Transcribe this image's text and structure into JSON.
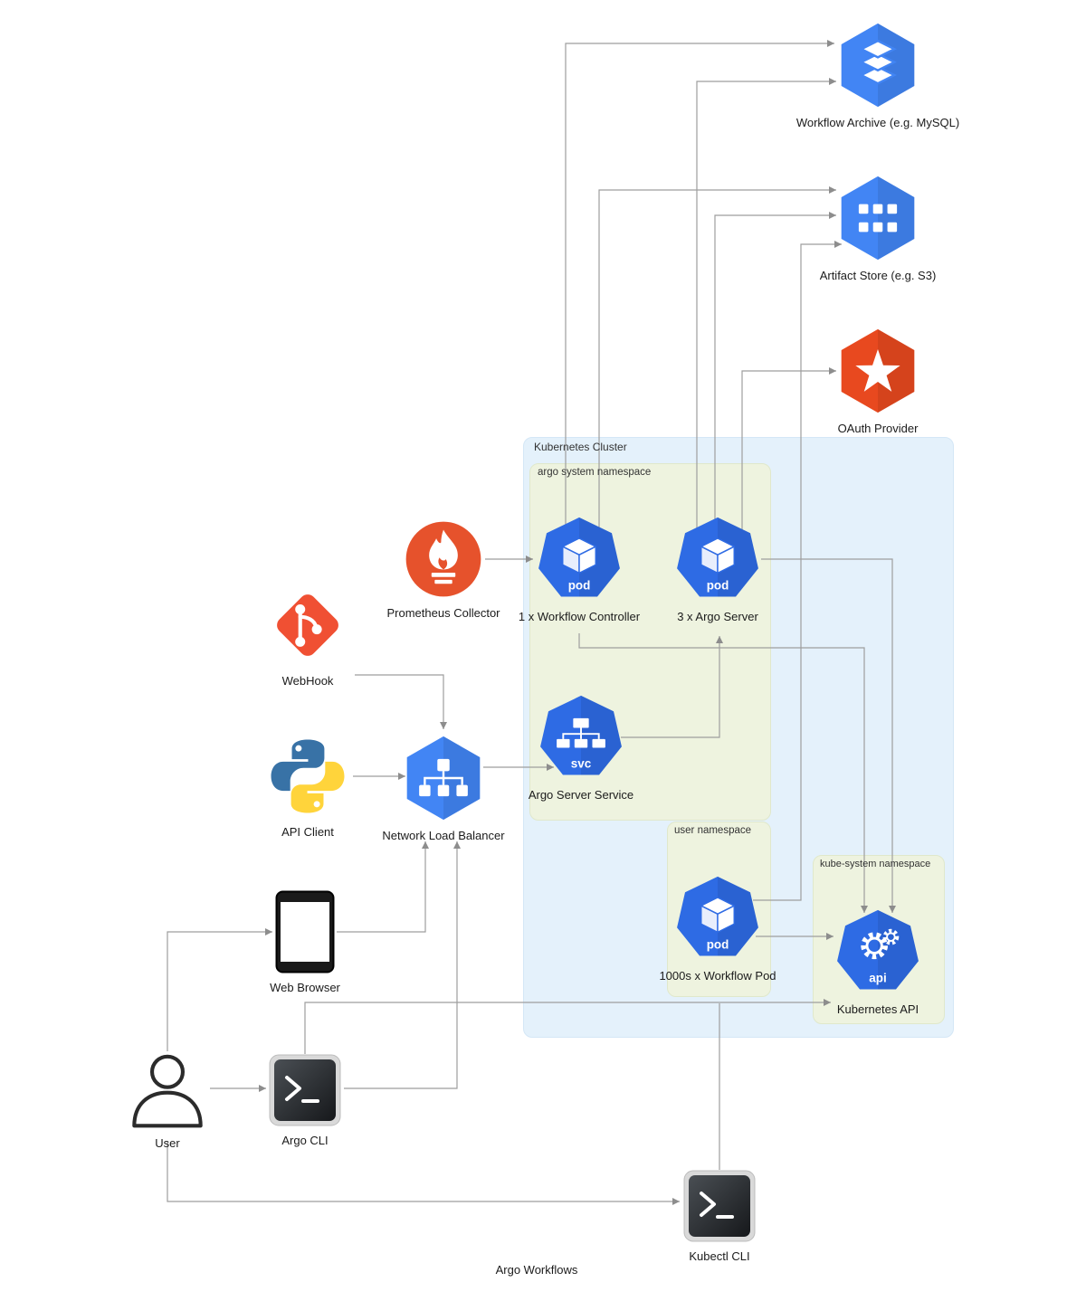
{
  "diagram": {
    "title": "Argo Workflows",
    "containers": {
      "cluster": {
        "label": "Kubernetes Cluster"
      },
      "argo_ns": {
        "label": "argo system namespace"
      },
      "user_ns": {
        "label": "user namespace"
      },
      "kube_system_ns": {
        "label": "kube-system namespace"
      }
    },
    "nodes": {
      "workflow_archive": {
        "label": "Workflow Archive (e.g. MySQL)"
      },
      "artifact_store": {
        "label": "Artifact Store (e.g. S3)"
      },
      "oauth_provider": {
        "label": "OAuth Provider"
      },
      "prometheus": {
        "label": "Prometheus Collector"
      },
      "webhook": {
        "label": "WebHook"
      },
      "api_client": {
        "label": "API Client"
      },
      "nlb": {
        "label": "Network Load Balancer"
      },
      "workflow_controller": {
        "label": "1 x Workflow Controller"
      },
      "argo_server": {
        "label": "3 x Argo Server"
      },
      "argo_server_service": {
        "label": "Argo Server Service"
      },
      "workflow_pod": {
        "label": "1000s x Workflow Pod"
      },
      "kubernetes_api": {
        "label": "Kubernetes API"
      },
      "web_browser": {
        "label": "Web Browser"
      },
      "user": {
        "label": "User"
      },
      "argo_cli": {
        "label": "Argo CLI"
      },
      "kubectl_cli": {
        "label": "Kubectl CLI"
      }
    },
    "icon_text": {
      "pod": "pod",
      "svc": "svc",
      "api": "api"
    },
    "colors": {
      "cluster_bg": "#e4f1fb",
      "namespace_bg": "#eef3df",
      "gcp_blue": "#4285f4",
      "k8s_blue": "#2e6be4",
      "prometheus_orange": "#e6522c",
      "git_orange": "#f05033",
      "oauth_orange": "#e8491f",
      "python_blue": "#3872a6",
      "python_yellow": "#ffd43b",
      "arrow_gray": "#9e9e9e"
    }
  }
}
